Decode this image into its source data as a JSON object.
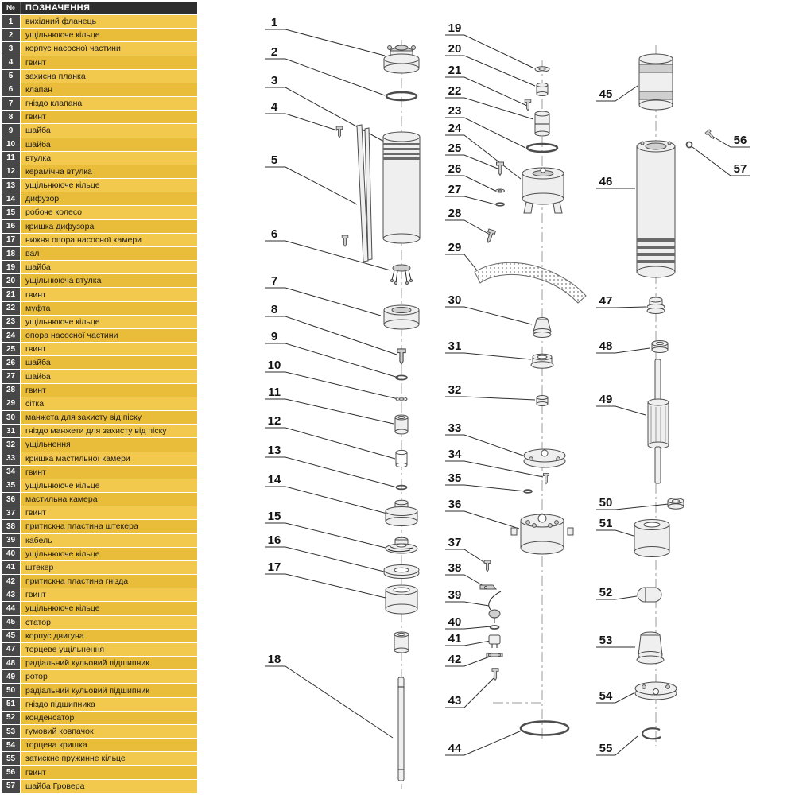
{
  "legend": {
    "header": {
      "num": "№",
      "label": "ПОЗНАЧЕННЯ"
    },
    "rows": [
      {
        "n": "1",
        "label": "вихідний фланець"
      },
      {
        "n": "2",
        "label": "ущільнююче кільце"
      },
      {
        "n": "3",
        "label": "корпус насосної частини"
      },
      {
        "n": "4",
        "label": "гвинт"
      },
      {
        "n": "5",
        "label": "захисна планка"
      },
      {
        "n": "6",
        "label": "клапан"
      },
      {
        "n": "7",
        "label": "гніздо клапана"
      },
      {
        "n": "8",
        "label": "гвинт"
      },
      {
        "n": "9",
        "label": "шайба"
      },
      {
        "n": "10",
        "label": "шайба"
      },
      {
        "n": "11",
        "label": "втулка"
      },
      {
        "n": "12",
        "label": "керамічна втулка"
      },
      {
        "n": "13",
        "label": "ущільнююче кільце"
      },
      {
        "n": "14",
        "label": "дифузор"
      },
      {
        "n": "15",
        "label": "робоче колесо"
      },
      {
        "n": "16",
        "label": "кришка дифузора"
      },
      {
        "n": "17",
        "label": "нижня опора насосної камери"
      },
      {
        "n": "18",
        "label": "вал"
      },
      {
        "n": "19",
        "label": "шайба"
      },
      {
        "n": "20",
        "label": "ущільнююча втулка"
      },
      {
        "n": "21",
        "label": "гвинт"
      },
      {
        "n": "22",
        "label": "муфта"
      },
      {
        "n": "23",
        "label": "ущільнююче кільце"
      },
      {
        "n": "24",
        "label": "опора насосної частини"
      },
      {
        "n": "25",
        "label": "гвинт"
      },
      {
        "n": "26",
        "label": "шайба"
      },
      {
        "n": "27",
        "label": "шайба"
      },
      {
        "n": "28",
        "label": "гвинт"
      },
      {
        "n": "29",
        "label": "сітка"
      },
      {
        "n": "30",
        "label": "манжета для захисту від піску"
      },
      {
        "n": "31",
        "label": "гніздо манжети для захисту від піску"
      },
      {
        "n": "32",
        "label": "ущільнення"
      },
      {
        "n": "33",
        "label": "кришка мастильної камери"
      },
      {
        "n": "34",
        "label": "гвинт"
      },
      {
        "n": "35",
        "label": "ущільнююче кільце"
      },
      {
        "n": "36",
        "label": "мастильна камера"
      },
      {
        "n": "37",
        "label": "гвинт"
      },
      {
        "n": "38",
        "label": "притискна пластина штекера"
      },
      {
        "n": "39",
        "label": "кабель"
      },
      {
        "n": "40",
        "label": "ущільнююче кільце"
      },
      {
        "n": "41",
        "label": "штекер"
      },
      {
        "n": "42",
        "label": "притискна пластина гнізда"
      },
      {
        "n": "43",
        "label": "гвинт"
      },
      {
        "n": "44",
        "label": "ущільнююче кільце"
      },
      {
        "n": "45",
        "label": "статор"
      },
      {
        "n": "45",
        "label": "корпус двигуна"
      },
      {
        "n": "47",
        "label": "торцеве ущільнення"
      },
      {
        "n": "48",
        "label": "радіальний кульовий підшипник"
      },
      {
        "n": "49",
        "label": "ротор"
      },
      {
        "n": "50",
        "label": "радіальний кульовий підшипник"
      },
      {
        "n": "51",
        "label": "гніздо підшипника"
      },
      {
        "n": "52",
        "label": "конденсатор"
      },
      {
        "n": "53",
        "label": "гумовий ковпачок"
      },
      {
        "n": "54",
        "label": "торцева кришка"
      },
      {
        "n": "55",
        "label": "затискне пружинне кільце"
      },
      {
        "n": "56",
        "label": "гвинт"
      },
      {
        "n": "57",
        "label": "шайба Гровера"
      }
    ]
  },
  "diagram": {
    "callouts": [
      "1",
      "2",
      "3",
      "4",
      "5",
      "6",
      "7",
      "8",
      "9",
      "10",
      "11",
      "12",
      "13",
      "14",
      "15",
      "16",
      "17",
      "18",
      "19",
      "20",
      "21",
      "22",
      "23",
      "24",
      "25",
      "26",
      "27",
      "28",
      "29",
      "30",
      "31",
      "32",
      "33",
      "34",
      "35",
      "36",
      "37",
      "38",
      "39",
      "40",
      "41",
      "42",
      "43",
      "44",
      "45",
      "46",
      "47",
      "48",
      "49",
      "50",
      "51",
      "52",
      "53",
      "54",
      "55",
      "56",
      "57"
    ]
  },
  "colors": {
    "legend-yellow": "#f2c84d",
    "legend-yellow-alt": "#e9bc39",
    "legend-num-bg": "#474747",
    "legend-header-bg": "#2e2e2e"
  }
}
